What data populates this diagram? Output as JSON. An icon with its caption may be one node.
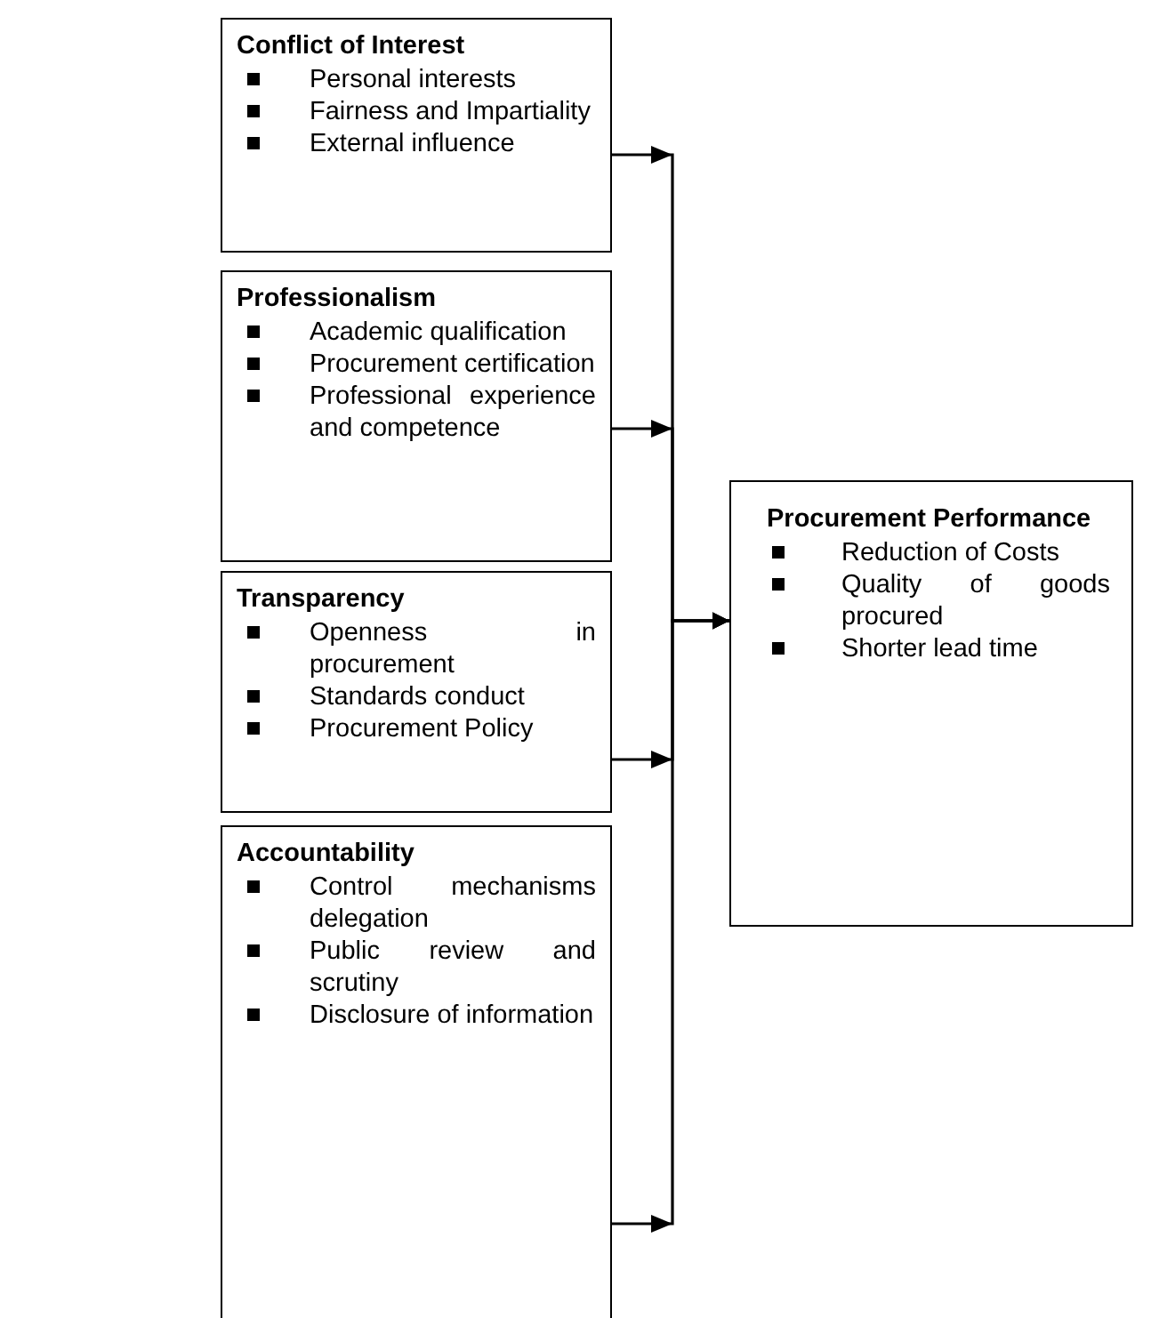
{
  "diagram": {
    "nodes": [
      {
        "text": [
          "Conflict of Interest",
          "Personal interests",
          "Fairness and Impartiality",
          "External influence"
        ]
      },
      {
        "text": [
          "Professionalism",
          "Academic qualification",
          "Procurement certification",
          "Professional experience and competence"
        ]
      },
      {
        "text": [
          "Transparency",
          "Openness in procurement",
          "Standards conduct",
          "Procurement Policy"
        ]
      },
      {
        "text": [
          "Accountability",
          "Control mechanisms delegation",
          "Public review and scrutiny",
          "Disclosure of information"
        ]
      },
      {
        "text": [
          "Procurement Performance",
          "Reduction of Costs",
          "Quality of goods procured",
          "Shorter lead time"
        ]
      }
    ],
    "edges": [
      {
        "from": 0,
        "to": 4,
        "arrow": "to"
      },
      {
        "from": 1,
        "to": 4,
        "arrow": "to"
      },
      {
        "from": 2,
        "to": 4,
        "arrow": "to"
      },
      {
        "from": 3,
        "to": 4,
        "arrow": "to"
      }
    ]
  }
}
